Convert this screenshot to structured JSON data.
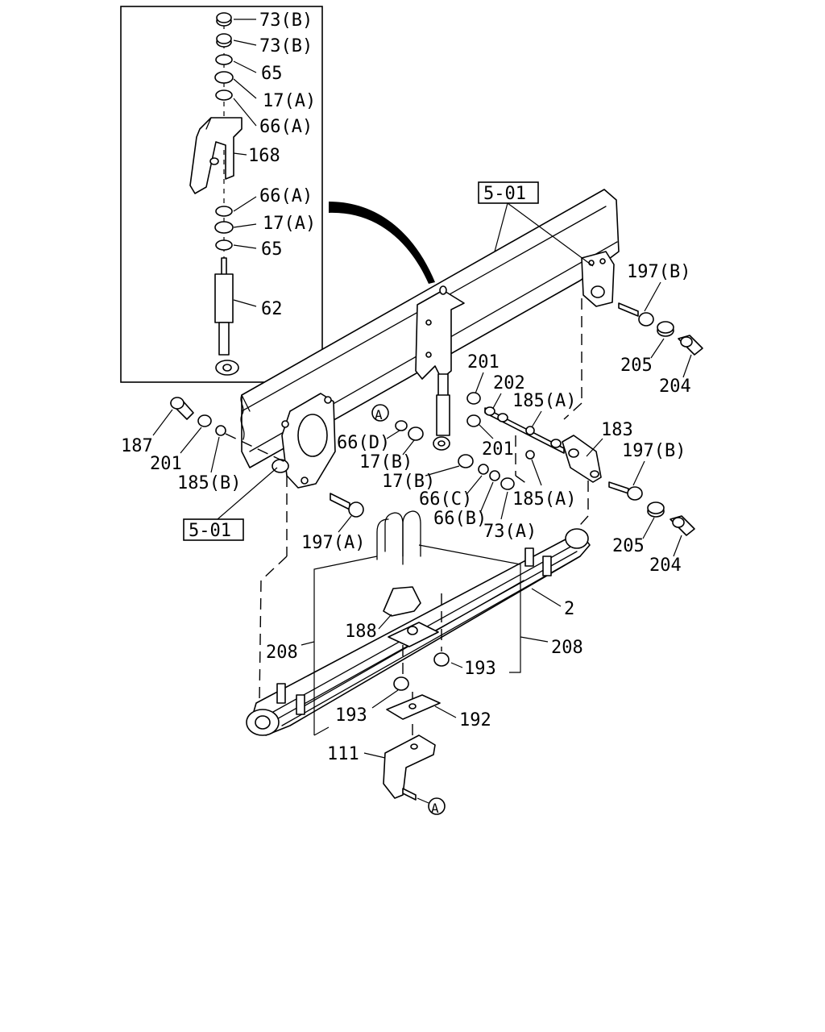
{
  "labels": {
    "p73b_1": "73(B)",
    "p73b_2": "73(B)",
    "p65_1": "65",
    "p17a_1": "17(A)",
    "p66a_1": "66(A)",
    "p168": "168",
    "p66a_2": "66(A)",
    "p17a_2": "17(A)",
    "p65_2": "65",
    "p62": "62",
    "ref501_top": "5-01",
    "ref501_left": "5-01",
    "p197b_1": "197(B)",
    "p205_1": "205",
    "p204_1": "204",
    "p201_top": "201",
    "p202": "202",
    "p185a_1": "185(A)",
    "p183": "183",
    "p201_mid": "201",
    "p197b_2": "197(B)",
    "p185a_2": "185(A)",
    "p205_2": "205",
    "p204_2": "204",
    "p187": "187",
    "p201_left": "201",
    "p185b": "185(B)",
    "circle_a_1": "A",
    "p66d": "66(D)",
    "p17b_1": "17(B)",
    "p17b_2": "17(B)",
    "p66c": "66(C)",
    "p66b": "66(B)",
    "p73a": "73(A)",
    "p197a": "197(A)",
    "p2": "2",
    "p188": "188",
    "p208_left": "208",
    "p208_right": "208",
    "p193_1": "193",
    "p193_2": "193",
    "p192": "192",
    "p111": "111",
    "circle_a_2": "A"
  }
}
